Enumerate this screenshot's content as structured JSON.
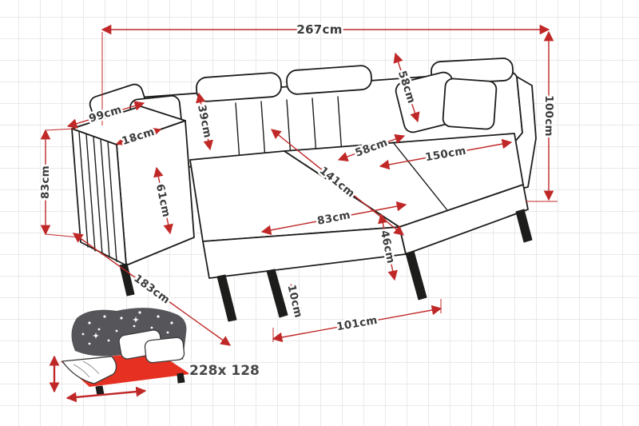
{
  "dimensions": {
    "top_width": "267cm",
    "right_height": "100cm",
    "left_height": "83cm",
    "armrest_depth": "99cm",
    "armrest_width": "18cm",
    "back_cushion_height": "39cm",
    "backrest_height": "58cm",
    "seat_depth": "58cm",
    "seat_width_right": "150cm",
    "chaise_diagonal": "141cm",
    "chaise_side_height": "61cm",
    "chaise_front_width": "83cm",
    "seat_height": "46cm",
    "leg_height": "10cm",
    "bottom_front_width": "101cm",
    "total_depth": "183cm"
  },
  "sleeping_area": {
    "size_label": "228x 128"
  },
  "colors": {
    "dimension_line": "#c02828",
    "label_text": "#3c3c3c",
    "sofa_outline": "#1d1d1b",
    "bed_red": "#e63122",
    "bed_gray": "#55555a"
  }
}
